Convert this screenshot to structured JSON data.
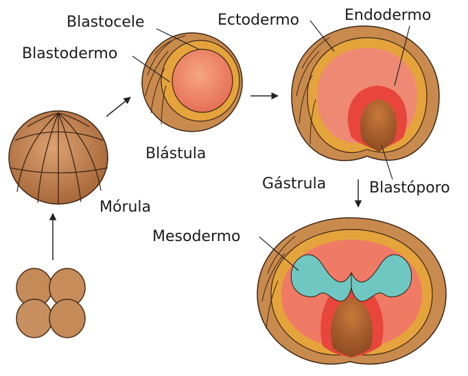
{
  "labels": {
    "blastocele": "Blastocele",
    "blastodermo": "Blastodermo",
    "blastula": "Blástula",
    "morula": "Mórula",
    "ectodermo": "Ectodermo",
    "endodermo": "Endodermo",
    "gastrula": "Gástrula",
    "blastoporo": "Blastóporo",
    "mesodermo": "Mesodermo"
  },
  "colors": {
    "cell_tan": "#c98a4e",
    "cell_light": "#e0a670",
    "ring_yellow": "#e5a33c",
    "cavity_pink": "#ee8a74",
    "inner_red": "#e8463c",
    "archenteron_brown": "#b5652e",
    "mesoderm_teal": "#6fc7c2",
    "outline": "#2a1a10"
  }
}
